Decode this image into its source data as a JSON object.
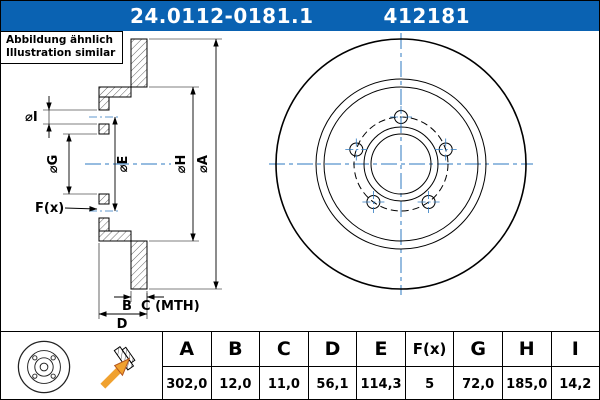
{
  "header": {
    "part_number": "24.0112-0181.1",
    "ref_number": "412181"
  },
  "note": {
    "line1": "Abbildung ähnlich",
    "line2": "Illustration similar"
  },
  "drawing": {
    "dim_labels": {
      "i": "⌀I",
      "g": "⌀G",
      "e": "⌀E",
      "h": "⌀H",
      "a": "⌀A",
      "f": "F(x)",
      "b": "B",
      "c": "C (MTH)",
      "d": "D"
    }
  },
  "table": {
    "columns": [
      {
        "header": "A",
        "value": "302,0"
      },
      {
        "header": "B",
        "value": "12,0"
      },
      {
        "header": "C",
        "value": "11,0"
      },
      {
        "header": "D",
        "value": "56,1"
      },
      {
        "header": "E",
        "value": "114,3"
      },
      {
        "header": "F(x)",
        "value": "5"
      },
      {
        "header": "G",
        "value": "72,0"
      },
      {
        "header": "H",
        "value": "185,0"
      },
      {
        "header": "I",
        "value": "14,2"
      }
    ]
  },
  "colors": {
    "header_blue": "#0a62b2",
    "centerline_blue": "#2e79c0",
    "arrow_orange": "#f0a12f"
  }
}
